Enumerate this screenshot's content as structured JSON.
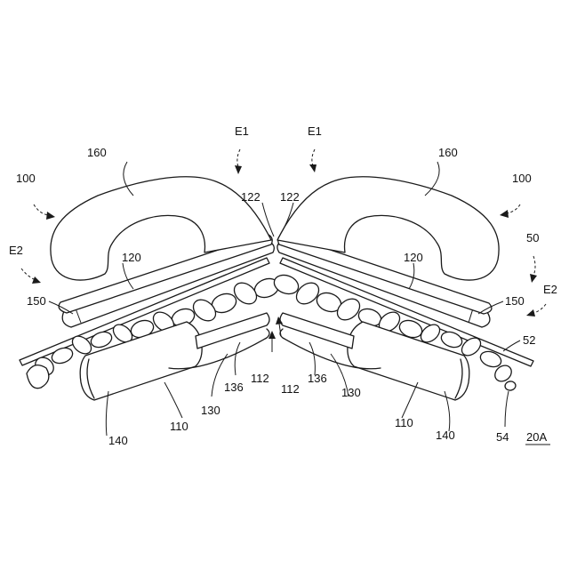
{
  "figure": {
    "id_label": "20A",
    "labels": {
      "e1_left": "E1",
      "e1_right": "E1",
      "l160_left": "160",
      "l160_right": "160",
      "l100_left": "100",
      "l100_right": "100",
      "l122_left": "122",
      "l122_right": "122",
      "l50": "50",
      "e2_left": "E2",
      "e2_right": "E2",
      "l120_left": "120",
      "l120_right": "120",
      "l150_left": "150",
      "l150_right": "150",
      "l52": "52",
      "l136_left": "136",
      "l112_left": "112",
      "l112_right": "112",
      "l136_right": "136",
      "l130_left": "130",
      "l130_right": "130",
      "l110_left": "110",
      "l110_right": "110",
      "l140_left": "140",
      "l140_right": "140",
      "l54": "54"
    }
  }
}
